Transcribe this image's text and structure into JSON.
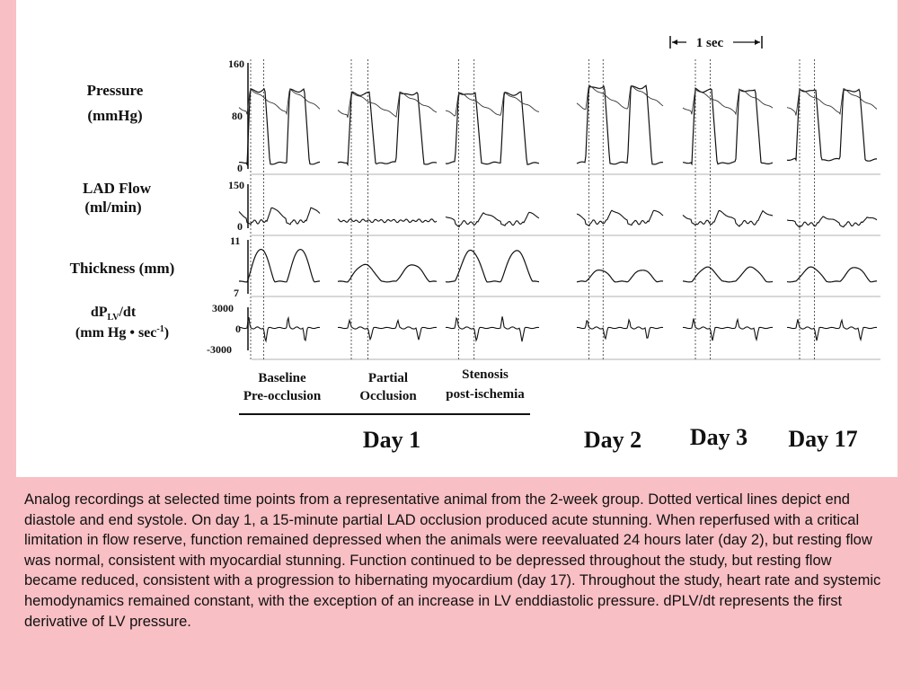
{
  "figure": {
    "scale_bar_label": "1 sec",
    "rows": [
      {
        "label_line1": "Pressure",
        "label_line2": "(mmHg)",
        "ticks": [
          "160",
          "80",
          "0"
        ]
      },
      {
        "label_line1": "LAD Flow",
        "label_line2": "(ml/min)",
        "ticks": [
          "150",
          "0"
        ]
      },
      {
        "label_line1": "Thickness (mm)",
        "label_line2": "",
        "ticks": [
          "11",
          "7"
        ]
      },
      {
        "label_line1": "dP",
        "label_sub": "LV",
        "label_line1b": "/dt",
        "label_line2": "(mm Hg • sec",
        "label_sup": "-1",
        "label_line2b": ")",
        "ticks": [
          "3000",
          "0",
          "-3000"
        ]
      }
    ],
    "conditions": [
      {
        "line1": "Baseline",
        "line2": "Pre-occlusion"
      },
      {
        "line1": "Partial",
        "line2": "Occlusion"
      },
      {
        "line1": "Stenosis",
        "line2": "post-ischemia"
      }
    ],
    "days": [
      "Day 1",
      "Day 2",
      "Day 3",
      "Day 17"
    ]
  },
  "chart_data": {
    "type": "line",
    "title": "",
    "panels": [
      "Baseline Pre-occlusion (Day 1)",
      "Partial Occlusion (Day 1)",
      "Stenosis post-ischemia (Day 1)",
      "Day 2",
      "Day 3",
      "Day 17"
    ],
    "series": [
      {
        "name": "Pressure (mmHg)",
        "ylim": [
          0,
          160
        ],
        "systolic_peak": [
          120,
          115,
          115,
          125,
          120,
          120
        ],
        "diastolic_min": [
          5,
          5,
          5,
          5,
          5,
          10
        ]
      },
      {
        "name": "LAD Flow (ml/min)",
        "ylim": [
          0,
          150
        ],
        "peak_flow": [
          70,
          20,
          50,
          60,
          55,
          35
        ]
      },
      {
        "name": "Thickness (mm)",
        "ylim": [
          7,
          11
        ],
        "max_thickness": [
          10.3,
          9.1,
          10.2,
          8.7,
          8.9,
          8.9
        ]
      },
      {
        "name": "dPLV/dt (mm Hg • sec -1)",
        "ylim": [
          -3000,
          3000
        ],
        "peak_positive": [
          1800,
          1200,
          1800,
          1400,
          1400,
          1300
        ],
        "peak_negative": [
          -2200,
          -1800,
          -2000,
          -1800,
          -1900,
          -1900
        ]
      }
    ]
  },
  "caption": "Analog recordings at selected time points from a representative animal from the 2-week group. Dotted vertical lines depict end diastole and end systole. On day 1, a 15-minute partial LAD occlusion produced acute stunning. When reperfused with a critical limitation in flow reserve, function remained depressed when the animals were reevaluated 24 hours later (day 2), but resting flow was normal, consistent with myocardial stunning. Function continued to be depressed throughout the study, but resting flow became reduced, consistent with a progression to hibernating myocardium (day 17). Throughout the study, heart rate and systemic hemodynamics remained constant, with the exception of an increase in LV enddiastolic pressure. dPLV/dt represents the first derivative of LV pressure."
}
